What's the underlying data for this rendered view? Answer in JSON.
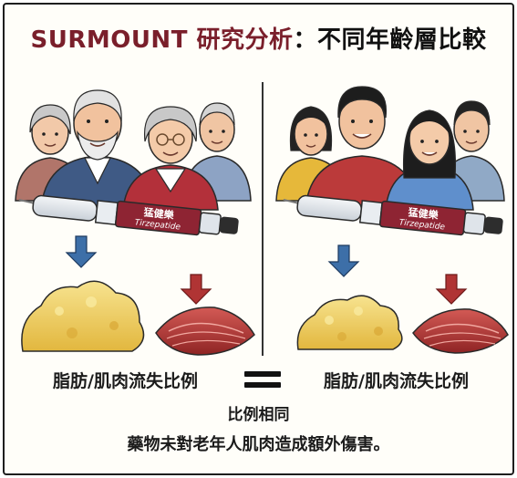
{
  "title": {
    "part1": "SURMOUNT 研究分析",
    "part2": "：不同年齡層比較"
  },
  "pen": {
    "brand": "猛健樂",
    "generic": "Tirzepatide"
  },
  "labels": {
    "left": "脂肪/肌肉流失比例",
    "right": "脂肪/肌肉流失比例",
    "equal_caption": "比例相同"
  },
  "footer": {
    "statement": "藥物未對老年人肌肉造成額外傷害。"
  },
  "colors": {
    "title": "#7a1f2b",
    "pen_label": "#8e2433",
    "arrow_blue": "#3d6fa8",
    "arrow_red": "#b03434",
    "fat": "#efd16a",
    "muscle": "#b23a3a",
    "divider": "#333333"
  },
  "icons": [
    "equals-icon",
    "down-arrow-icon",
    "pen-icon"
  ]
}
